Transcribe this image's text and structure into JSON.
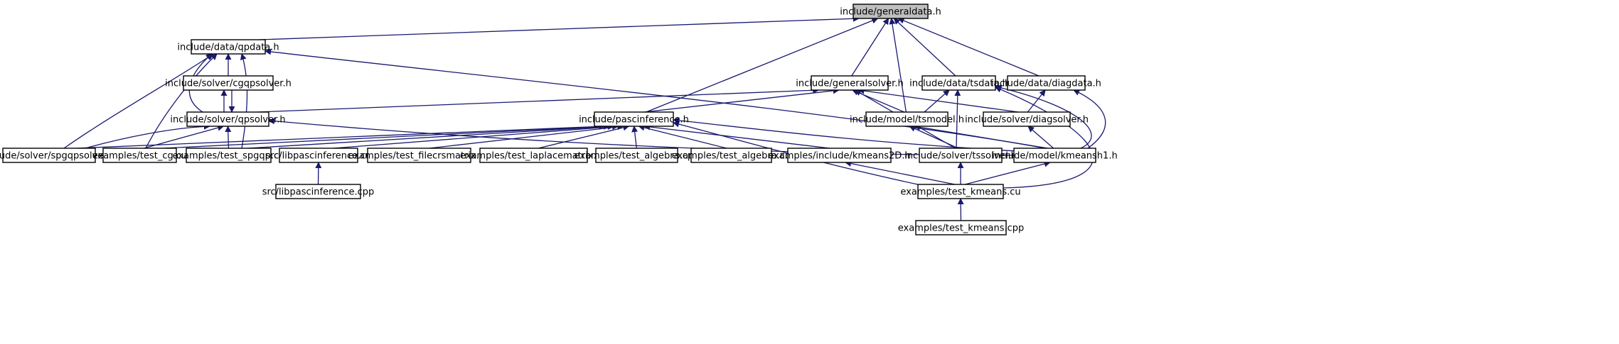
{
  "graph": {
    "edge_color": "#191970",
    "highlight_fill": "#bfbfbf",
    "nodes": [
      {
        "id": "generaldata",
        "label": "include/generaldata.h",
        "highlight": true
      },
      {
        "id": "qpdata",
        "label": "include/data/qpdata.h"
      },
      {
        "id": "generalsolver",
        "label": "include/generalsolver.h"
      },
      {
        "id": "tsdata",
        "label": "include/data/tsdata.h"
      },
      {
        "id": "diagdata",
        "label": "include/data/diagdata.h"
      },
      {
        "id": "cgqpsolver",
        "label": "include/solver/cgqpsolver.h"
      },
      {
        "id": "qpsolver",
        "label": "include/solver/qpsolver.h"
      },
      {
        "id": "pascinference",
        "label": "include/pascinference.h"
      },
      {
        "id": "tsmodel",
        "label": "include/model/tsmodel.h"
      },
      {
        "id": "diagsolver",
        "label": "include/solver/diagsolver.h"
      },
      {
        "id": "spgqpsolver",
        "label": "include/solver/spgqpsolver.h"
      },
      {
        "id": "test_cg",
        "label": "examples/test_cg.cu"
      },
      {
        "id": "test_spgqp",
        "label": "examples/test_spgqp.cu"
      },
      {
        "id": "libpasc_cu",
        "label": "src/libpascinference.cu"
      },
      {
        "id": "test_filecrs",
        "label": "examples/test_filecrsmatrix.cu"
      },
      {
        "id": "test_laplace",
        "label": "examples/test_laplacematrix.cu"
      },
      {
        "id": "test_algebra_cpp",
        "label": "examples/test_algebra.cpp"
      },
      {
        "id": "test_algebra_cu",
        "label": "examples/test_algebra.cu"
      },
      {
        "id": "kmeans2D",
        "label": "examples/include/kmeans2D.h"
      },
      {
        "id": "tssolver",
        "label": "include/solver/tssolver.h"
      },
      {
        "id": "kmeansh1",
        "label": "include/model/kmeansh1.h"
      },
      {
        "id": "libpasc_cpp",
        "label": "src/libpascinference.cpp"
      },
      {
        "id": "test_kmeans_cu",
        "label": "examples/test_kmeans.cu"
      },
      {
        "id": "test_kmeans_cpp",
        "label": "examples/test_kmeans.cpp"
      }
    ],
    "edges": [
      [
        "qpdata",
        "generaldata"
      ],
      [
        "generalsolver",
        "generaldata"
      ],
      [
        "tsdata",
        "generaldata"
      ],
      [
        "diagdata",
        "generaldata"
      ],
      [
        "pascinference",
        "generaldata"
      ],
      [
        "tsmodel",
        "generaldata"
      ],
      [
        "cgqpsolver",
        "qpdata"
      ],
      [
        "qpsolver",
        "qpdata"
      ],
      [
        "spgqpsolver",
        "qpdata"
      ],
      [
        "test_cg",
        "qpdata"
      ],
      [
        "test_spgqp",
        "qpdata"
      ],
      [
        "kmeansh1",
        "qpdata"
      ],
      [
        "qpsolver",
        "cgqpsolver"
      ],
      [
        "cgqpsolver",
        "qpsolver"
      ],
      [
        "qpsolver",
        "generalsolver"
      ],
      [
        "pascinference",
        "generalsolver"
      ],
      [
        "tsmodel",
        "generalsolver"
      ],
      [
        "diagsolver",
        "generalsolver"
      ],
      [
        "tssolver",
        "generalsolver"
      ],
      [
        "tsmodel",
        "tsdata"
      ],
      [
        "tssolver",
        "tsdata"
      ],
      [
        "kmeansh1",
        "tsdata"
      ],
      [
        "test_kmeans_cu",
        "tsdata"
      ],
      [
        "diagsolver",
        "diagdata"
      ],
      [
        "kmeansh1",
        "diagdata"
      ],
      [
        "spgqpsolver",
        "qpsolver"
      ],
      [
        "test_cg",
        "qpsolver"
      ],
      [
        "test_spgqp",
        "qpsolver"
      ],
      [
        "kmeansh1",
        "qpsolver"
      ],
      [
        "spgqpsolver",
        "pascinference"
      ],
      [
        "test_cg",
        "pascinference"
      ],
      [
        "test_spgqp",
        "pascinference"
      ],
      [
        "libpasc_cu",
        "pascinference"
      ],
      [
        "test_filecrs",
        "pascinference"
      ],
      [
        "test_laplace",
        "pascinference"
      ],
      [
        "test_algebra_cpp",
        "pascinference"
      ],
      [
        "test_algebra_cu",
        "pascinference"
      ],
      [
        "kmeans2D",
        "pascinference"
      ],
      [
        "kmeansh1",
        "pascinference"
      ],
      [
        "test_kmeans_cu",
        "pascinference"
      ],
      [
        "tssolver",
        "tsmodel"
      ],
      [
        "kmeansh1",
        "tsmodel"
      ],
      [
        "kmeansh1",
        "diagsolver"
      ],
      [
        "test_kmeans_cu",
        "kmeans2D"
      ],
      [
        "test_kmeans_cu",
        "tssolver"
      ],
      [
        "test_kmeans_cu",
        "kmeansh1"
      ],
      [
        "libpasc_cpp",
        "libpasc_cu"
      ],
      [
        "test_kmeans_cpp",
        "test_kmeans_cu"
      ]
    ]
  }
}
